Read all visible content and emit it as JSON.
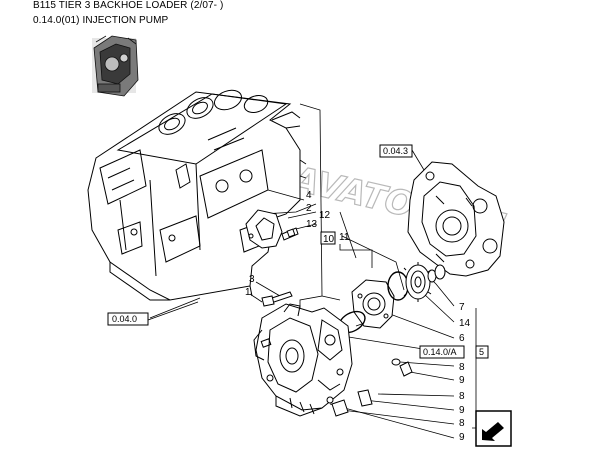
{
  "header": {
    "line1": "B115 TIER 3 BACKHOE LOADER (2/07- )",
    "line2": "0.14.0(01) INJECTION PUMP"
  },
  "refs": {
    "engine_block": "0.04.0",
    "gear_housing": "0.04.3",
    "pump_assembly": "0.14.0/A",
    "pump_assembly_item": "5"
  },
  "callouts": [
    "1",
    "2",
    "3",
    "4",
    "6",
    "7",
    "8",
    "8",
    "8",
    "9",
    "9",
    "9",
    "10",
    "11",
    "12",
    "13",
    "14"
  ],
  "watermark": "MEGAVATOR.RU",
  "icons": {
    "thumbnail": "engine-thumbnail-icon",
    "navigation": "next-page-arrow-icon"
  }
}
